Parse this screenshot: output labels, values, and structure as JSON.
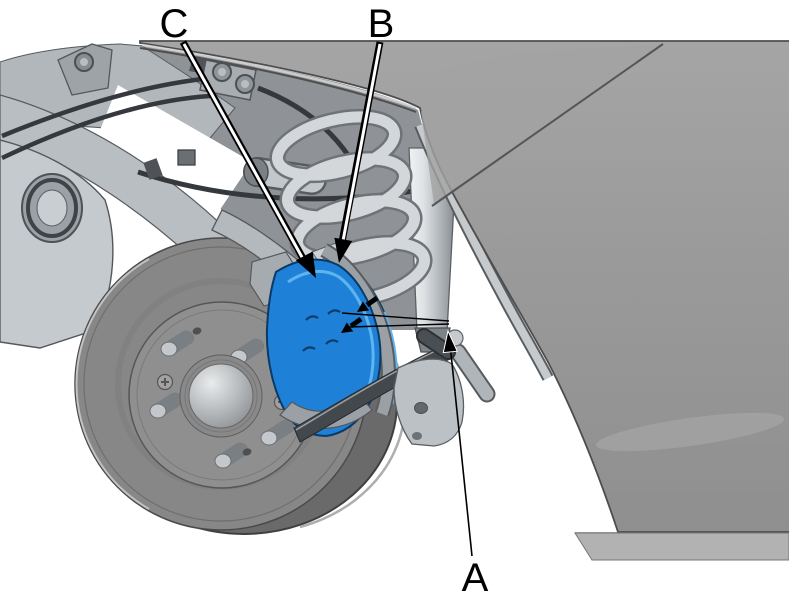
{
  "figure": {
    "background": "#ffffff",
    "description": "Rear suspension and disc brake illustration with brake pads highlighted in blue",
    "highlight_color": "#1f80d7",
    "highlight_edge_color": "#5db4ef",
    "body_panel_color": "#9a9a9a",
    "disc_color": "#878787",
    "dark_part_color": "#43484d",
    "line_color": "#000000"
  },
  "callouts": {
    "a": {
      "label": "A"
    },
    "b": {
      "label": "B"
    },
    "c": {
      "label": "C"
    }
  }
}
